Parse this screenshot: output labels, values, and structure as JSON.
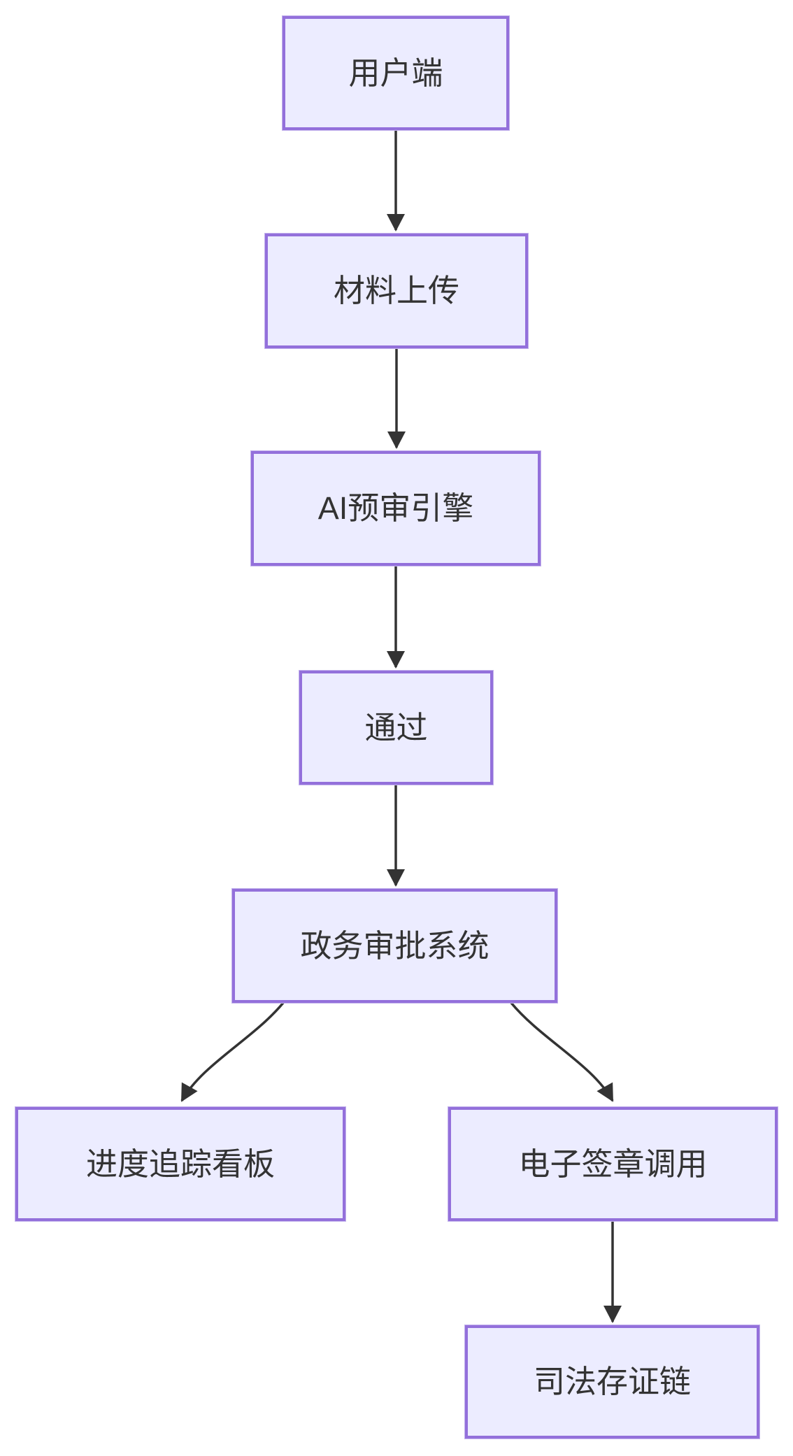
{
  "diagram": {
    "type": "flowchart",
    "direction": "top-down",
    "nodes": [
      {
        "id": "user",
        "label": "用户端"
      },
      {
        "id": "upload",
        "label": "材料上传"
      },
      {
        "id": "ai_engine",
        "label": "AI预审引擎"
      },
      {
        "id": "pass",
        "label": "通过"
      },
      {
        "id": "gov_system",
        "label": "政务审批系统"
      },
      {
        "id": "progress_board",
        "label": "进度追踪看板"
      },
      {
        "id": "esign_call",
        "label": "电子签章调用"
      },
      {
        "id": "judicial_chain",
        "label": "司法存证链"
      }
    ],
    "edges": [
      {
        "from": "用户端",
        "to": "材料上传"
      },
      {
        "from": "材料上传",
        "to": "AI预审引擎"
      },
      {
        "from": "AI预审引擎",
        "to": "通过"
      },
      {
        "from": "通过",
        "to": "政务审批系统"
      },
      {
        "from": "政务审批系统",
        "to": "进度追踪看板"
      },
      {
        "from": "政务审批系统",
        "to": "电子签章调用"
      },
      {
        "from": "电子签章调用",
        "to": "司法存证链"
      }
    ],
    "colors": {
      "node_fill": "#ECECFF",
      "node_border": "#9370DB",
      "arrow": "#333333",
      "text": "#333333",
      "background": "#FFFFFF"
    }
  }
}
